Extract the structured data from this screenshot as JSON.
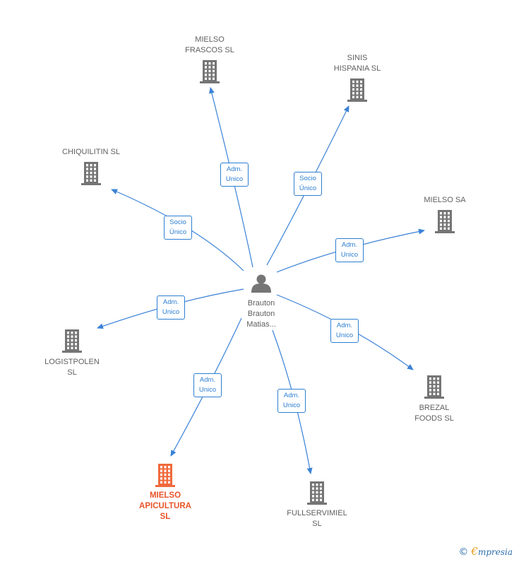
{
  "colors": {
    "edge": "#3a82d6",
    "building": "#757575",
    "building_highlight": "#f06a3c",
    "person": "#757575",
    "label": "#5f5f5f",
    "label_highlight": "#e8542a"
  },
  "person": {
    "icon": "person-icon",
    "label": "Brauton\nBrauton\nMatias..."
  },
  "companies": [
    {
      "id": "mielso-frascos",
      "label": "MIELSO\nFRASCOS  SL",
      "icon": "building-icon",
      "highlight": false
    },
    {
      "id": "sinis-hispania",
      "label": "SINIS\nHISPANIA SL",
      "icon": "building-icon",
      "highlight": false
    },
    {
      "id": "chiquilitin",
      "label": "CHIQUILITIN SL",
      "icon": "building-icon",
      "highlight": false
    },
    {
      "id": "mielso-sa",
      "label": "MIELSO SA",
      "icon": "building-icon",
      "highlight": false
    },
    {
      "id": "logistpolen",
      "label": "LOGISTPOLEN\nSL",
      "icon": "building-icon",
      "highlight": false
    },
    {
      "id": "brezal-foods",
      "label": "BREZAL\nFOODS  SL",
      "icon": "building-icon",
      "highlight": false
    },
    {
      "id": "mielso-apicultura",
      "label": "MIELSO\nAPICULTURA\nSL",
      "icon": "building-icon",
      "highlight": true
    },
    {
      "id": "fullservimiel",
      "label": "FULLSERVIMIEL\nSL",
      "icon": "building-icon",
      "highlight": false
    }
  ],
  "edges": [
    {
      "to": "mielso-frascos",
      "line1": "Adm.",
      "line2": "Unico"
    },
    {
      "to": "sinis-hispania",
      "line1": "Socio",
      "line2": "Único"
    },
    {
      "to": "chiquilitin",
      "line1": "Socio",
      "line2": "Único"
    },
    {
      "to": "mielso-sa",
      "line1": "Adm.",
      "line2": "Unico"
    },
    {
      "to": "logistpolen",
      "line1": "Adm.",
      "line2": "Unico"
    },
    {
      "to": "brezal-foods",
      "line1": "Adm.",
      "line2": "Unico"
    },
    {
      "to": "mielso-apicultura",
      "line1": "Adm.",
      "line2": "Unico"
    },
    {
      "to": "fullservimiel",
      "line1": "Adm.",
      "line2": "Unico"
    }
  ],
  "brand": {
    "copyright": "©",
    "initial": "€",
    "name": "mpresia"
  }
}
